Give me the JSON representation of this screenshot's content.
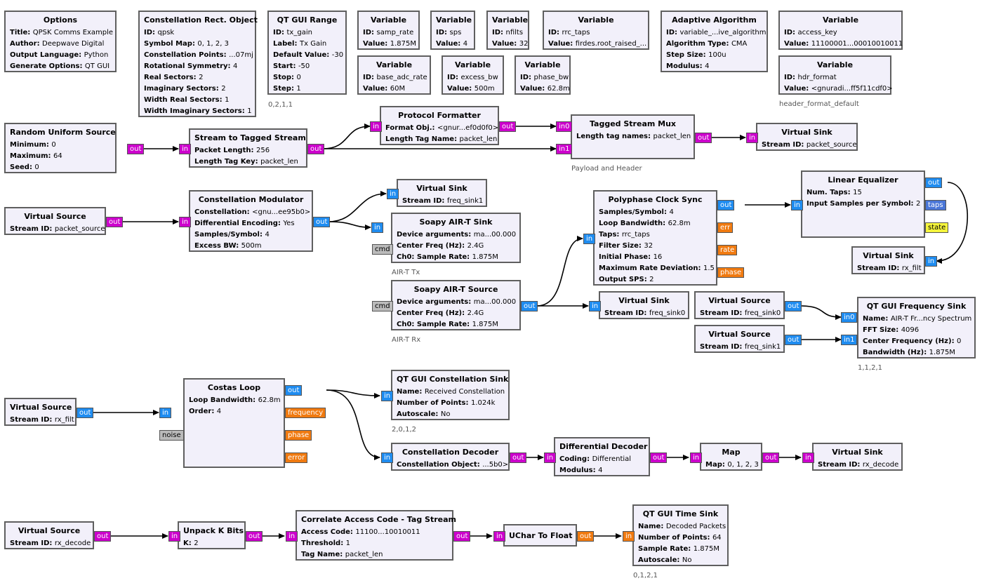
{
  "blocks": [
    {
      "id": "options",
      "title": "Options",
      "params": [
        [
          "Title",
          "QPSK Comms Example"
        ],
        [
          "Author",
          "Deepwave Digital"
        ],
        [
          "Output Language",
          "Python"
        ],
        [
          "Generate Options",
          "QT GUI"
        ]
      ]
    },
    {
      "id": "constellation_rect",
      "title": "Constellation Rect. Object",
      "params": [
        [
          "ID",
          "qpsk"
        ],
        [
          "Symbol Map",
          "0, 1, 2, 3"
        ],
        [
          "Constellation Points",
          "...07mj"
        ],
        [
          "Rotational Symmetry",
          "4"
        ],
        [
          "Real Sectors",
          "2"
        ],
        [
          "Imaginary Sectors",
          "2"
        ],
        [
          "Width Real Sectors",
          "1"
        ],
        [
          "Width Imaginary Sectors",
          "1"
        ]
      ]
    },
    {
      "id": "qt_gui_range",
      "title": "QT GUI Range",
      "params": [
        [
          "ID",
          "tx_gain"
        ],
        [
          "Label",
          "Tx Gain"
        ],
        [
          "Default Value",
          "-30"
        ],
        [
          "Start",
          "-50"
        ],
        [
          "Stop",
          "0"
        ],
        [
          "Step",
          "1"
        ]
      ]
    },
    {
      "id": "var_samp_rate",
      "title": "Variable",
      "params": [
        [
          "ID",
          "samp_rate"
        ],
        [
          "Value",
          "1.875M"
        ]
      ]
    },
    {
      "id": "var_sps",
      "title": "Variable",
      "params": [
        [
          "ID",
          "sps"
        ],
        [
          "Value",
          "4"
        ]
      ]
    },
    {
      "id": "var_nfilts",
      "title": "Variable",
      "params": [
        [
          "ID",
          "nfilts"
        ],
        [
          "Value",
          "32"
        ]
      ]
    },
    {
      "id": "var_rrc_taps",
      "title": "Variable",
      "params": [
        [
          "ID",
          "rrc_taps"
        ],
        [
          "Value",
          "firdes.root_raised_..."
        ]
      ]
    },
    {
      "id": "adaptive_algorithm",
      "title": "Adaptive Algorithm",
      "params": [
        [
          "ID",
          "variable_...ive_algorithm"
        ],
        [
          "Algorithm Type",
          "CMA"
        ],
        [
          "Step Size",
          "100u"
        ],
        [
          "Modulus",
          "4"
        ]
      ]
    },
    {
      "id": "var_access_key",
      "title": "Variable",
      "params": [
        [
          "ID",
          "access_key"
        ],
        [
          "Value",
          "11100001...00010010011"
        ]
      ]
    },
    {
      "id": "var_base_adc_rate",
      "title": "Variable",
      "params": [
        [
          "ID",
          "base_adc_rate"
        ],
        [
          "Value",
          "60M"
        ]
      ]
    },
    {
      "id": "var_excess_bw",
      "title": "Variable",
      "params": [
        [
          "ID",
          "excess_bw"
        ],
        [
          "Value",
          "500m"
        ]
      ]
    },
    {
      "id": "var_phase_bw",
      "title": "Variable",
      "params": [
        [
          "ID",
          "phase_bw"
        ],
        [
          "Value",
          "62.8m"
        ]
      ]
    },
    {
      "id": "var_hdr_format",
      "title": "Variable",
      "params": [
        [
          "ID",
          "hdr_format"
        ],
        [
          "Value",
          "<gnuradi...ff5f11cdf0>"
        ]
      ]
    },
    {
      "id": "random_uniform_source",
      "title": "Random Uniform Source",
      "params": [
        [
          "Minimum",
          "0"
        ],
        [
          "Maximum",
          "64"
        ],
        [
          "Seed",
          "0"
        ]
      ]
    },
    {
      "id": "stream_to_tagged",
      "title": "Stream to Tagged Stream",
      "params": [
        [
          "Packet Length",
          "256"
        ],
        [
          "Length Tag Key",
          "packet_len"
        ]
      ]
    },
    {
      "id": "protocol_formatter",
      "title": "Protocol Formatter",
      "params": [
        [
          "Format Obj.",
          "<gnur...ef0d0f0>"
        ],
        [
          "Length Tag Name",
          "packet_len"
        ]
      ]
    },
    {
      "id": "tagged_stream_mux",
      "title": "Tagged Stream Mux",
      "params": [
        [
          "Length tag names",
          "packet_len"
        ]
      ]
    },
    {
      "id": "vsink_packet_source",
      "title": "Virtual Sink",
      "params": [
        [
          "Stream ID",
          "packet_source"
        ]
      ]
    },
    {
      "id": "vsrc_packet_source",
      "title": "Virtual Source",
      "params": [
        [
          "Stream ID",
          "packet_source"
        ]
      ]
    },
    {
      "id": "constellation_modulator",
      "title": "Constellation Modulator",
      "params": [
        [
          "Constellation",
          "<gnu...ee95b0>"
        ],
        [
          "Differential Encoding",
          "Yes"
        ],
        [
          "Samples/Symbol",
          "4"
        ],
        [
          "Excess BW",
          "500m"
        ]
      ]
    },
    {
      "id": "vsink_freq_sink1",
      "title": "Virtual Sink",
      "params": [
        [
          "Stream ID",
          "freq_sink1"
        ]
      ]
    },
    {
      "id": "soapy_airt_sink",
      "title": "Soapy AIR-T Sink",
      "params": [
        [
          "Device arguments",
          "ma...00.000"
        ],
        [
          "Center Freq (Hz)",
          "2.4G"
        ],
        [
          "Ch0: Sample Rate",
          "1.875M"
        ]
      ]
    },
    {
      "id": "soapy_airt_source",
      "title": "Soapy AIR-T Source",
      "params": [
        [
          "Device arguments",
          "ma...00.000"
        ],
        [
          "Center Freq (Hz)",
          "2.4G"
        ],
        [
          "Ch0: Sample Rate",
          "1.875M"
        ]
      ]
    },
    {
      "id": "polyphase_clock_sync",
      "title": "Polyphase Clock Sync",
      "params": [
        [
          "Samples/Symbol",
          "4"
        ],
        [
          "Loop Bandwidth",
          "62.8m"
        ],
        [
          "Taps",
          "rrc_taps"
        ],
        [
          "Filter Size",
          "32"
        ],
        [
          "Initial Phase",
          "16"
        ],
        [
          "Maximum Rate Deviation",
          "1.5"
        ],
        [
          "Output SPS",
          "2"
        ]
      ]
    },
    {
      "id": "linear_equalizer",
      "title": "Linear Equalizer",
      "params": [
        [
          "Num. Taps",
          "15"
        ],
        [
          "Input Samples per Symbol",
          "2"
        ]
      ]
    },
    {
      "id": "vsink_rx_filt",
      "title": "Virtual Sink",
      "params": [
        [
          "Stream ID",
          "rx_filt"
        ]
      ]
    },
    {
      "id": "vsink_freq_sink0",
      "title": "Virtual Sink",
      "params": [
        [
          "Stream ID",
          "freq_sink0"
        ]
      ]
    },
    {
      "id": "vsrc_freq_sink0",
      "title": "Virtual Source",
      "params": [
        [
          "Stream ID",
          "freq_sink0"
        ]
      ]
    },
    {
      "id": "vsrc_freq_sink1",
      "title": "Virtual Source",
      "params": [
        [
          "Stream ID",
          "freq_sink1"
        ]
      ]
    },
    {
      "id": "qt_gui_freq_sink",
      "title": "QT GUI Frequency Sink",
      "params": [
        [
          "Name",
          "AIR-T Fr...ncy Spectrum"
        ],
        [
          "FFT Size",
          "4096"
        ],
        [
          "Center Frequency (Hz)",
          "0"
        ],
        [
          "Bandwidth (Hz)",
          "1.875M"
        ]
      ]
    },
    {
      "id": "vsrc_rx_filt",
      "title": "Virtual Source",
      "params": [
        [
          "Stream ID",
          "rx_filt"
        ]
      ]
    },
    {
      "id": "costas_loop",
      "title": "Costas Loop",
      "params": [
        [
          "Loop Bandwidth",
          "62.8m"
        ],
        [
          "Order",
          "4"
        ]
      ]
    },
    {
      "id": "qt_gui_constellation_sink",
      "title": "QT GUI Constellation Sink",
      "params": [
        [
          "Name",
          "Received Constellation"
        ],
        [
          "Number of Points",
          "1.024k"
        ],
        [
          "Autoscale",
          "No"
        ]
      ]
    },
    {
      "id": "constellation_decoder",
      "title": "Constellation Decoder",
      "params": [
        [
          "Constellation Object",
          "...5b0>"
        ]
      ]
    },
    {
      "id": "differential_decoder",
      "title": "Differential Decoder",
      "params": [
        [
          "Coding",
          "Differential"
        ],
        [
          "Modulus",
          "4"
        ]
      ]
    },
    {
      "id": "map",
      "title": "Map",
      "params": [
        [
          "Map",
          "0, 1, 2, 3"
        ]
      ]
    },
    {
      "id": "vsink_rx_decode",
      "title": "Virtual Sink",
      "params": [
        [
          "Stream ID",
          "rx_decode"
        ]
      ]
    },
    {
      "id": "vsrc_rx_decode",
      "title": "Virtual Source",
      "params": [
        [
          "Stream ID",
          "rx_decode"
        ]
      ]
    },
    {
      "id": "unpack_k_bits",
      "title": "Unpack K Bits",
      "params": [
        [
          "K",
          "2"
        ]
      ]
    },
    {
      "id": "correlate_access_code",
      "title": "Correlate Access Code - Tag Stream",
      "params": [
        [
          "Access Code",
          "11100...10010011"
        ],
        [
          "Threshold",
          "1"
        ],
        [
          "Tag Name",
          "packet_len"
        ]
      ]
    },
    {
      "id": "uchar_to_float",
      "title": "UChar To Float",
      "params": []
    },
    {
      "id": "qt_gui_time_sink",
      "title": "QT GUI Time Sink",
      "params": [
        [
          "Name",
          "Decoded Packets"
        ],
        [
          "Number of Points",
          "64"
        ],
        [
          "Sample Rate",
          "1.875M"
        ],
        [
          "Autoscale",
          "No"
        ]
      ]
    }
  ],
  "ports": [
    {
      "block": "random_uniform_source",
      "label": "out",
      "type": "int"
    },
    {
      "block": "stream_to_tagged",
      "label": "in",
      "type": "int"
    },
    {
      "block": "stream_to_tagged",
      "label": "out",
      "type": "int"
    },
    {
      "block": "protocol_formatter",
      "label": "in",
      "type": "int"
    },
    {
      "block": "protocol_formatter",
      "label": "out",
      "type": "int"
    },
    {
      "block": "tagged_stream_mux",
      "label": "in0",
      "type": "int"
    },
    {
      "block": "tagged_stream_mux",
      "label": "in1",
      "type": "int"
    },
    {
      "block": "tagged_stream_mux",
      "label": "out",
      "type": "int"
    },
    {
      "block": "vsink_packet_source",
      "label": "in",
      "type": "int"
    },
    {
      "block": "vsrc_packet_source",
      "label": "out",
      "type": "int"
    },
    {
      "block": "constellation_modulator",
      "label": "in",
      "type": "int"
    },
    {
      "block": "constellation_modulator",
      "label": "out",
      "type": "complex"
    },
    {
      "block": "vsink_freq_sink1",
      "label": "in",
      "type": "complex"
    },
    {
      "block": "soapy_airt_sink",
      "label": "in",
      "type": "complex"
    },
    {
      "block": "soapy_airt_sink",
      "label": "cmd",
      "type": "message"
    },
    {
      "block": "soapy_airt_source",
      "label": "cmd",
      "type": "message"
    },
    {
      "block": "soapy_airt_source",
      "label": "out",
      "type": "complex"
    },
    {
      "block": "polyphase_clock_sync",
      "label": "in",
      "type": "complex"
    },
    {
      "block": "polyphase_clock_sync",
      "label": "out",
      "type": "complex"
    },
    {
      "block": "polyphase_clock_sync",
      "label": "err",
      "type": "float"
    },
    {
      "block": "polyphase_clock_sync",
      "label": "rate",
      "type": "float"
    },
    {
      "block": "polyphase_clock_sync",
      "label": "phase",
      "type": "float"
    },
    {
      "block": "linear_equalizer",
      "label": "in",
      "type": "complex"
    },
    {
      "block": "linear_equalizer",
      "label": "out",
      "type": "complex"
    },
    {
      "block": "linear_equalizer",
      "label": "taps",
      "type": "taps"
    },
    {
      "block": "linear_equalizer",
      "label": "state",
      "type": "state"
    },
    {
      "block": "vsink_rx_filt",
      "label": "in",
      "type": "complex"
    },
    {
      "block": "vsink_freq_sink0",
      "label": "in",
      "type": "complex"
    },
    {
      "block": "vsrc_freq_sink0",
      "label": "out",
      "type": "complex"
    },
    {
      "block": "vsrc_freq_sink1",
      "label": "out",
      "type": "complex"
    },
    {
      "block": "qt_gui_freq_sink",
      "label": "in0",
      "type": "complex"
    },
    {
      "block": "qt_gui_freq_sink",
      "label": "in1",
      "type": "complex"
    },
    {
      "block": "vsrc_rx_filt",
      "label": "out",
      "type": "complex"
    },
    {
      "block": "costas_loop",
      "label": "in",
      "type": "complex"
    },
    {
      "block": "costas_loop",
      "label": "noise",
      "type": "message"
    },
    {
      "block": "costas_loop",
      "label": "out",
      "type": "complex"
    },
    {
      "block": "costas_loop",
      "label": "frequency",
      "type": "float"
    },
    {
      "block": "costas_loop",
      "label": "phase",
      "type": "float"
    },
    {
      "block": "costas_loop",
      "label": "error",
      "type": "float"
    },
    {
      "block": "qt_gui_constellation_sink",
      "label": "in",
      "type": "complex"
    },
    {
      "block": "constellation_decoder",
      "label": "in",
      "type": "complex"
    },
    {
      "block": "constellation_decoder",
      "label": "out",
      "type": "int"
    },
    {
      "block": "differential_decoder",
      "label": "in",
      "type": "int"
    },
    {
      "block": "differential_decoder",
      "label": "out",
      "type": "int"
    },
    {
      "block": "map",
      "label": "in",
      "type": "int"
    },
    {
      "block": "map",
      "label": "out",
      "type": "int"
    },
    {
      "block": "vsink_rx_decode",
      "label": "in",
      "type": "int"
    },
    {
      "block": "vsrc_rx_decode",
      "label": "out",
      "type": "int"
    },
    {
      "block": "unpack_k_bits",
      "label": "in",
      "type": "int"
    },
    {
      "block": "unpack_k_bits",
      "label": "out",
      "type": "int"
    },
    {
      "block": "correlate_access_code",
      "label": "in",
      "type": "int"
    },
    {
      "block": "correlate_access_code",
      "label": "out",
      "type": "int"
    },
    {
      "block": "uchar_to_float",
      "label": "in",
      "type": "int"
    },
    {
      "block": "uchar_to_float",
      "label": "out",
      "type": "float"
    },
    {
      "block": "qt_gui_time_sink",
      "label": "in",
      "type": "float"
    }
  ],
  "comments": [
    {
      "id": "range_pos",
      "text": "0,2,1,1"
    },
    {
      "id": "hdr_format_default",
      "text": "header_format_default"
    },
    {
      "id": "payload_and_header",
      "text": "Payload and Header"
    },
    {
      "id": "airt_tx",
      "text": "AIR-T Tx"
    },
    {
      "id": "airt_rx",
      "text": "AIR-T Rx"
    },
    {
      "id": "freq_sink_pos",
      "text": "1,1,2,1"
    },
    {
      "id": "const_sink_pos",
      "text": "2,0,1,2"
    },
    {
      "id": "time_sink_pos",
      "text": "0,1,2,1"
    }
  ],
  "port_colors": {
    "int": "#cc00cc",
    "complex": "#1f8cf0",
    "float": "#f07a10",
    "message": "#bbbbbb",
    "taps": "#4a76d8",
    "state": "#f5f53c"
  },
  "colors": {
    "block_fill": "#f2f0fa",
    "block_border": "#5f5f5f",
    "wire": "#000000",
    "comment": "#555555"
  }
}
